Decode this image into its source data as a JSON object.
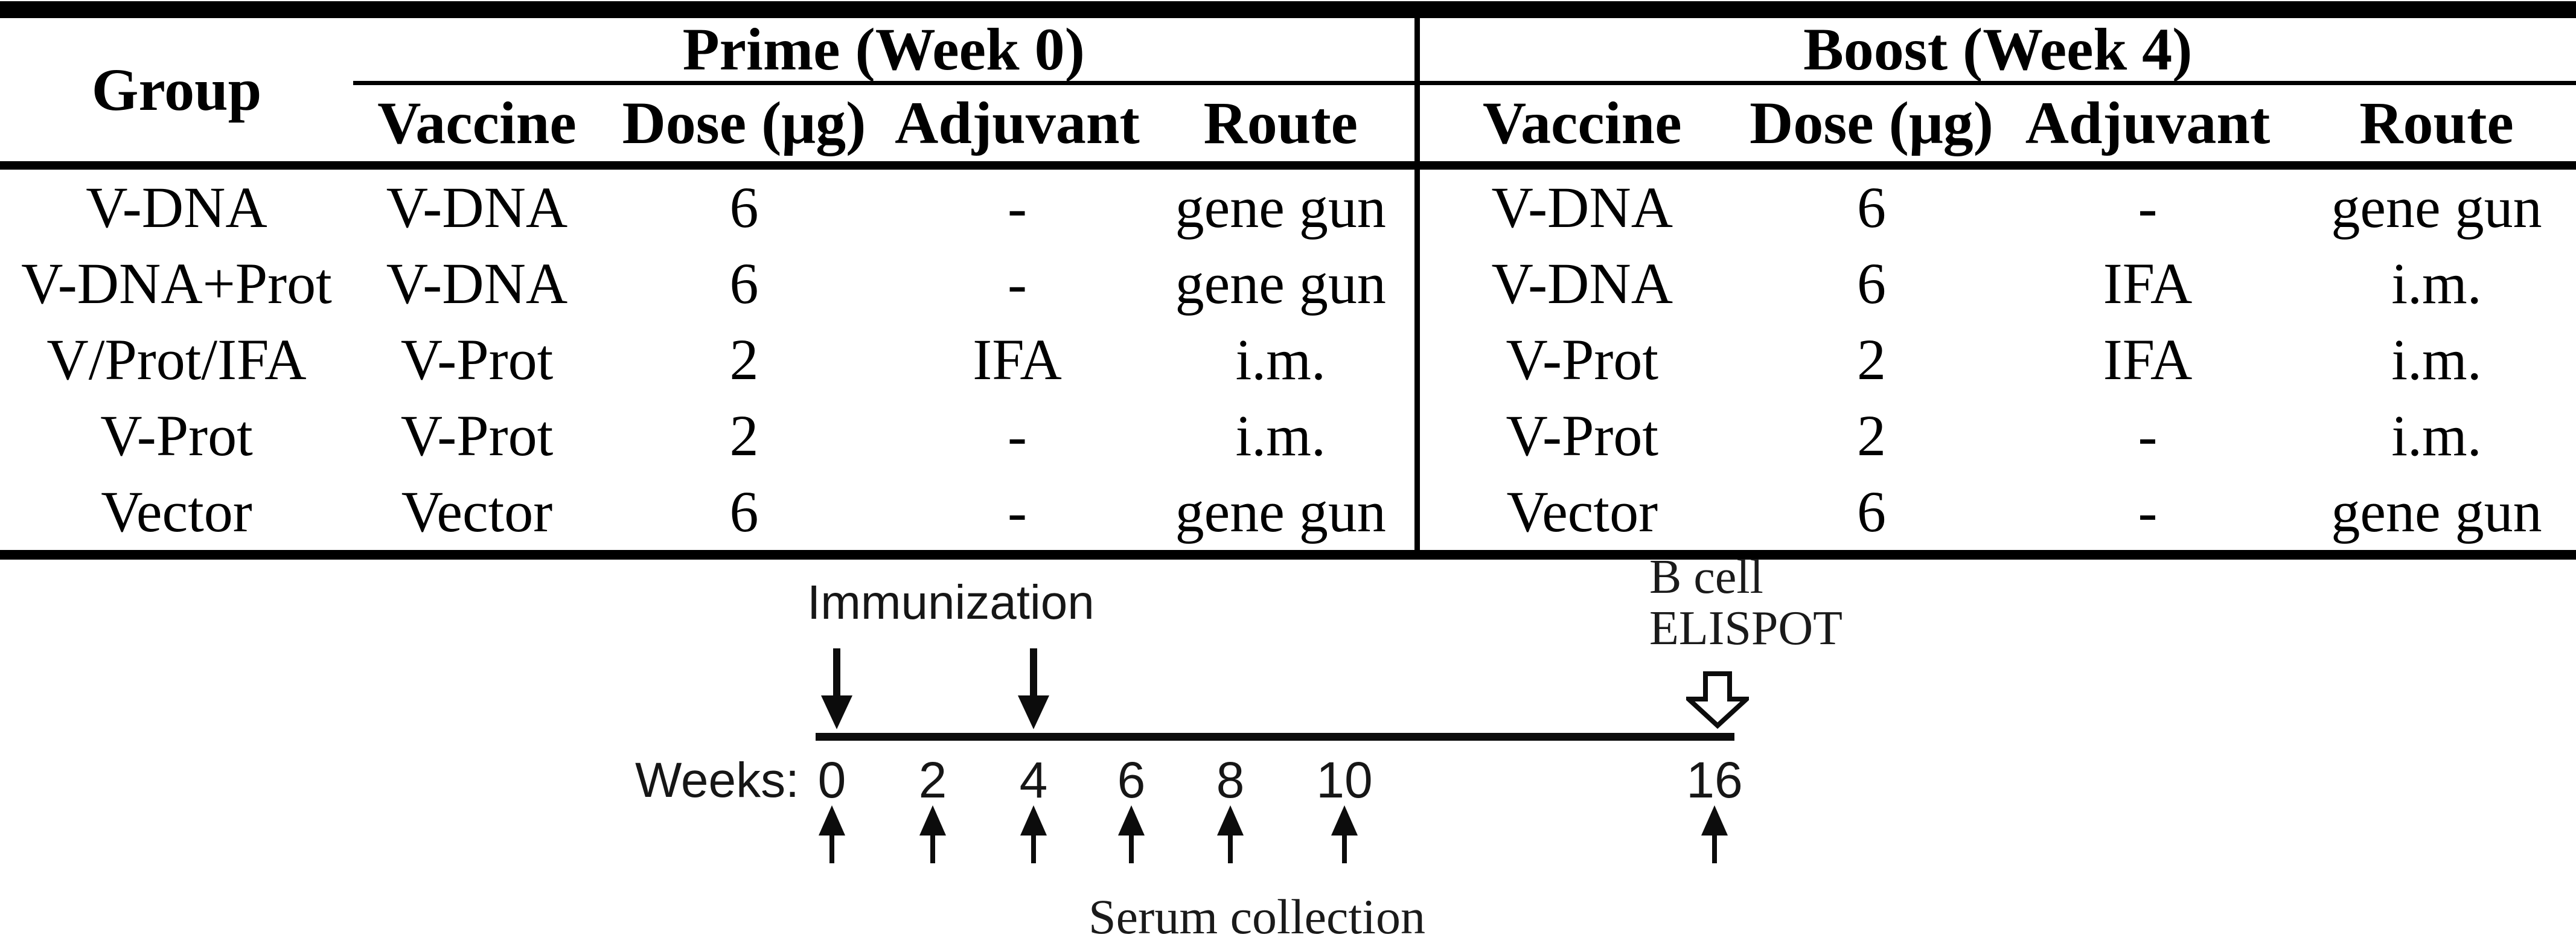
{
  "table": {
    "group_header": "Group",
    "sections": [
      {
        "title": "Prime (Week 0)",
        "columns": [
          "Vaccine",
          "Dose (μg)",
          "Adjuvant",
          "Route"
        ]
      },
      {
        "title": "Boost (Week 4)",
        "columns": [
          "Vaccine",
          "Dose (μg)",
          "Adjuvant",
          "Route"
        ]
      }
    ],
    "rows": [
      {
        "group": "V-DNA",
        "prime": [
          "V-DNA",
          "6",
          "-",
          "gene gun"
        ],
        "boost": [
          "V-DNA",
          "6",
          "-",
          "gene gun"
        ]
      },
      {
        "group": "V-DNA+Prot",
        "prime": [
          "V-DNA",
          "6",
          "-",
          "gene gun"
        ],
        "boost": [
          "V-DNA",
          "6",
          "IFA",
          "i.m."
        ]
      },
      {
        "group": "V/Prot/IFA",
        "prime": [
          "V-Prot",
          "2",
          "IFA",
          "i.m."
        ],
        "boost": [
          "V-Prot",
          "2",
          "IFA",
          "i.m."
        ]
      },
      {
        "group": "V-Prot",
        "prime": [
          "V-Prot",
          "2",
          "-",
          "i.m."
        ],
        "boost": [
          "V-Prot",
          "2",
          "-",
          "i.m."
        ]
      },
      {
        "group": "Vector",
        "prime": [
          "Vector",
          "6",
          "-",
          "gene gun"
        ],
        "boost": [
          "Vector",
          "6",
          "-",
          "gene gun"
        ]
      }
    ]
  },
  "timeline": {
    "immunization_label": "Immunization",
    "bcell_label_line1": "B cell",
    "bcell_label_line2": "ELISPOT",
    "weeks_label": "Weeks:",
    "week_ticks": [
      "0",
      "2",
      "4",
      "6",
      "8",
      "10",
      "16"
    ],
    "serum_label": "Serum collection",
    "immunization_arrow_weeks": [
      "0",
      "4"
    ],
    "elispot_arrow_week": "16",
    "line_color": "#0c0c0c"
  }
}
